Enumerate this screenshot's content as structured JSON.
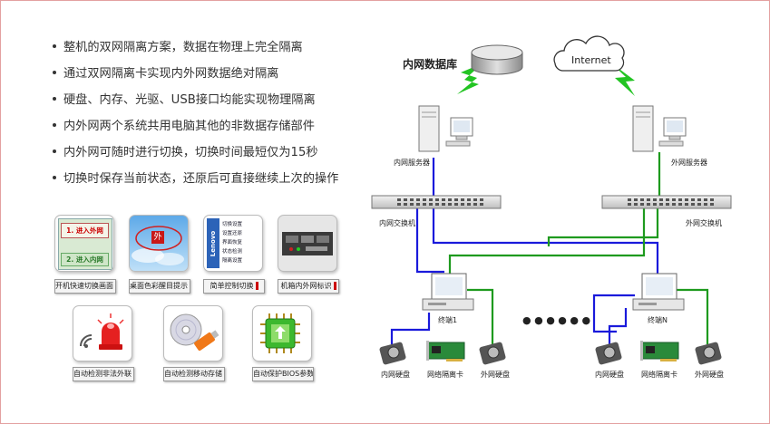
{
  "bullets": [
    "整机的双网隔离方案，数据在物理上完全隔离",
    "通过双网隔离卡实现内外网数据绝对隔离",
    "硬盘、内存、光驱、USB接口均能实现物理隔离",
    "内外网两个系统共用电脑其他的非数据存储部件",
    "内外网可随时进行切换，切换时间最短仅为15秒",
    "切换时保存当前状态，还原后可直接继续上次的操作"
  ],
  "tiles": [
    {
      "caption": "开机快速切换画面",
      "screen_lines": [
        "1. 进入外网",
        "2. 进入内网"
      ]
    },
    {
      "caption": "桌面色彩醒目提示",
      "badge": "外"
    },
    {
      "caption": "简单控制切换",
      "brand": "Lenovo",
      "menu": [
        "切换设置",
        "设置还原",
        "界面恢复",
        "状态检测",
        "隔离设置"
      ]
    },
    {
      "caption": "机箱内外网标识"
    },
    {
      "caption": "自动检测非法外联"
    },
    {
      "caption": "自动检测移动存储"
    },
    {
      "caption": "自动保护BIOS参数"
    }
  ],
  "network": {
    "db_label": "内网数据库",
    "internet_label": "Internet",
    "inner_server_label": "内网服务器",
    "outer_server_label": "外网服务器",
    "inner_switch_label": "内网交换机",
    "outer_switch_label": "外网交换机",
    "terminal1_label": "终端1",
    "terminalN_label": "终端N",
    "dots": "● ● ● ● ● ●",
    "inner_disk_label": "内网硬盘",
    "card_label": "网络隔离卡",
    "outer_disk_label": "外网硬盘",
    "colors": {
      "inner_link": "#1a1adb",
      "outer_link": "#1e9a1e",
      "lightning": "#22c422"
    }
  }
}
